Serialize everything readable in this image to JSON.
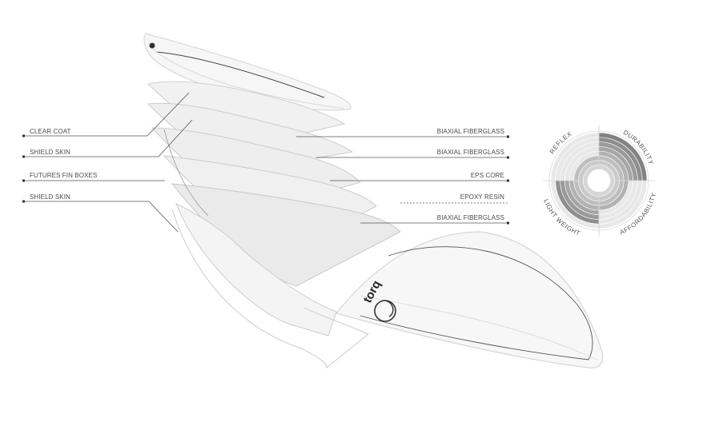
{
  "left_labels": [
    {
      "text": "CLEAR COAT"
    },
    {
      "text": "SHIELD SKIN"
    },
    {
      "text": "FUTURES FIN BOXES"
    },
    {
      "text": "SHIELD SKIN"
    }
  ],
  "right_labels": [
    {
      "text": "BIAXIAL FIBERGLASS"
    },
    {
      "text": "BIAXIAL FIBERGLASS"
    },
    {
      "text": "EPS CORE"
    },
    {
      "text": "EPOXY RESIN"
    },
    {
      "text": "BIAXIAL FIBERGLASS"
    }
  ],
  "rating": {
    "quadrants": [
      "REFLEX",
      "DURABILITY",
      "AFFORDABILITY",
      "LIGHT WEIGHT"
    ],
    "levels": {
      "REFLEX": 0.35,
      "DURABILITY": 1.0,
      "AFFORDABILITY": 0.45,
      "LIGHT WEIGHT": 0.85
    }
  },
  "brand": {
    "logo_text": "torq"
  },
  "colors": {
    "line": "#3a3a3a",
    "layer_fill": "#f4f4f4",
    "layer_stroke": "#cfcfcf",
    "rating_dark": "#7a7a7a"
  }
}
